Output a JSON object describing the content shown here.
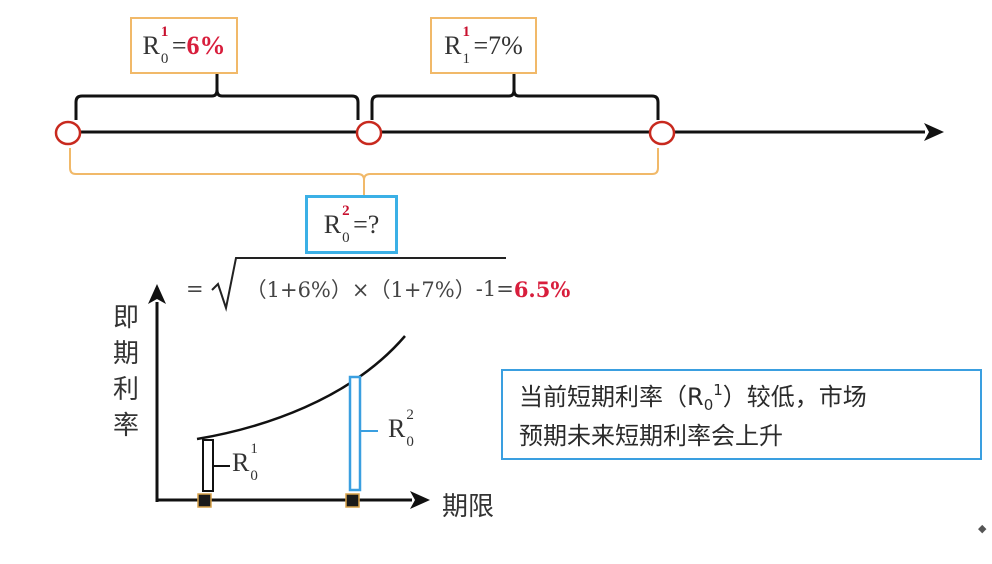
{
  "top_boxes": {
    "r01": {
      "symbol": "R",
      "sup": "1",
      "sub": "0",
      "equals": "=",
      "value": "6%"
    },
    "r11": {
      "symbol": "R",
      "sup": "1",
      "sub": "1",
      "equals": "=",
      "value": "7%"
    },
    "r02": {
      "symbol": "R",
      "sup": "2",
      "sub": "0",
      "equals": "=",
      "value": "?"
    }
  },
  "formula": {
    "lead": "=",
    "radicand": "（1+6%）×（1+7%）",
    "tail": "-1=",
    "result": "6.5%"
  },
  "graph": {
    "y_label_chars": [
      "即",
      "期",
      "利",
      "率"
    ],
    "x_label": "期限",
    "bar1_label": {
      "symbol": "R",
      "sup": "1",
      "sub": "0"
    },
    "bar2_label": {
      "symbol": "R",
      "sup": "2",
      "sub": "0"
    }
  },
  "note": {
    "line1_a": "当前短期利率（R",
    "line1_sub": "0",
    "line1_sup": "1",
    "line1_b": "）较低，市场",
    "line2": "预期未来短期利率会上升"
  },
  "colors": {
    "orange": "#f1b969",
    "blue": "#3bb0e6",
    "red": "#d81e3c",
    "node_marker": "#c8291e",
    "black": "#111111"
  }
}
